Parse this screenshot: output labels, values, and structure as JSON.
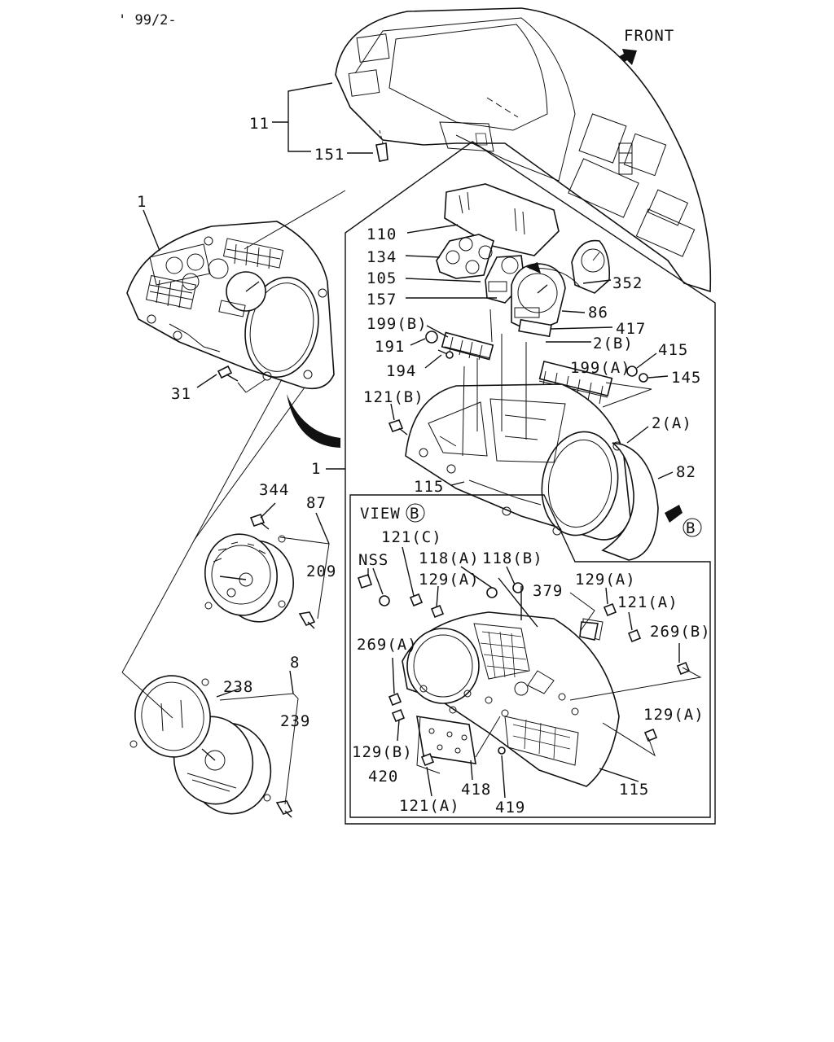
{
  "header": {
    "date_code": "' 99/2-"
  },
  "direction": {
    "label": "FRONT"
  },
  "view": {
    "label": "VIEW",
    "marker": "B",
    "arrow_marker": "B"
  },
  "callouts": [
    {
      "id": "c-11",
      "text": "11"
    },
    {
      "id": "c-151",
      "text": "151"
    },
    {
      "id": "c-1-top",
      "text": "1"
    },
    {
      "id": "c-110",
      "text": "110"
    },
    {
      "id": "c-134",
      "text": "134"
    },
    {
      "id": "c-105",
      "text": "105"
    },
    {
      "id": "c-157",
      "text": "157"
    },
    {
      "id": "c-352",
      "text": "352"
    },
    {
      "id": "c-86",
      "text": "86"
    },
    {
      "id": "c-417",
      "text": "417"
    },
    {
      "id": "c-199b",
      "text": "199(B)"
    },
    {
      "id": "c-2b",
      "text": "2(B)"
    },
    {
      "id": "c-191",
      "text": "191"
    },
    {
      "id": "c-415",
      "text": "415"
    },
    {
      "id": "c-194",
      "text": "194"
    },
    {
      "id": "c-199a",
      "text": "199(A)"
    },
    {
      "id": "c-145",
      "text": "145"
    },
    {
      "id": "c-31",
      "text": "31"
    },
    {
      "id": "c-121b",
      "text": "121(B)"
    },
    {
      "id": "c-2a",
      "text": "2(A)"
    },
    {
      "id": "c-1-mid",
      "text": "1"
    },
    {
      "id": "c-82",
      "text": "82"
    },
    {
      "id": "c-115-top",
      "text": "115"
    },
    {
      "id": "c-344",
      "text": "344"
    },
    {
      "id": "c-87",
      "text": "87"
    },
    {
      "id": "c-121c",
      "text": "121(C)"
    },
    {
      "id": "c-nss",
      "text": "NSS"
    },
    {
      "id": "c-118a",
      "text": "118(A)"
    },
    {
      "id": "c-118b",
      "text": "118(B)"
    },
    {
      "id": "c-129a-1",
      "text": "129(A)"
    },
    {
      "id": "c-379",
      "text": "379"
    },
    {
      "id": "c-129a-2",
      "text": "129(A)"
    },
    {
      "id": "c-121a-1",
      "text": "121(A)"
    },
    {
      "id": "c-209",
      "text": "209"
    },
    {
      "id": "c-269b",
      "text": "269(B)"
    },
    {
      "id": "c-269a",
      "text": "269(A)"
    },
    {
      "id": "c-8",
      "text": "8"
    },
    {
      "id": "c-238",
      "text": "238"
    },
    {
      "id": "c-239",
      "text": "239"
    },
    {
      "id": "c-129a-3",
      "text": "129(A)"
    },
    {
      "id": "c-129b",
      "text": "129(B)"
    },
    {
      "id": "c-420",
      "text": "420"
    },
    {
      "id": "c-418",
      "text": "418"
    },
    {
      "id": "c-115-bot",
      "text": "115"
    },
    {
      "id": "c-121a-2",
      "text": "121(A)"
    },
    {
      "id": "c-419",
      "text": "419"
    }
  ]
}
